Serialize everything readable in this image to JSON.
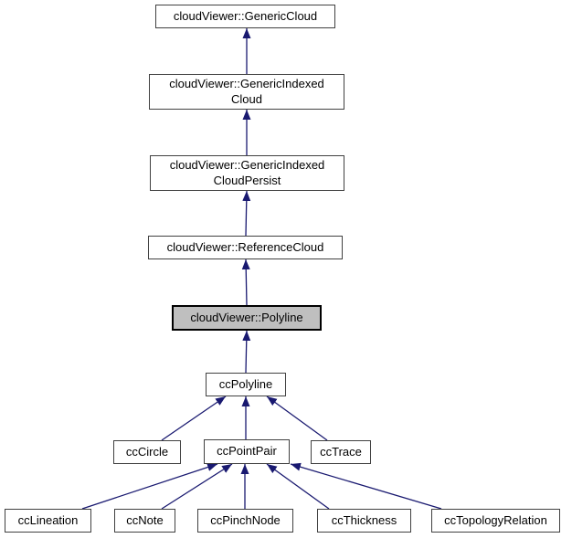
{
  "diagram": {
    "type": "inheritance-graph",
    "highlighted_node": "cloudViewer::Polyline",
    "colors": {
      "arrow": "#191970",
      "border": "#404040",
      "node_fill": "#ffffff",
      "highlight_fill": "#bfbfbf",
      "text": "#000000",
      "background": "#ffffff"
    },
    "nodes": [
      {
        "id": "generic-cloud",
        "lines": [
          "cloudViewer::GenericCloud"
        ],
        "highlighted": false
      },
      {
        "id": "generic-indexed-cloud",
        "lines": [
          "cloudViewer::GenericIndexed",
          "Cloud"
        ],
        "highlighted": false
      },
      {
        "id": "generic-indexed-cloud-persist",
        "lines": [
          "cloudViewer::GenericIndexed",
          "CloudPersist"
        ],
        "highlighted": false
      },
      {
        "id": "reference-cloud",
        "lines": [
          "cloudViewer::ReferenceCloud"
        ],
        "highlighted": false
      },
      {
        "id": "polyline",
        "lines": [
          "cloudViewer::Polyline"
        ],
        "highlighted": true
      },
      {
        "id": "cc-polyline",
        "lines": [
          "ccPolyline"
        ],
        "highlighted": false
      },
      {
        "id": "cc-circle",
        "lines": [
          "ccCircle"
        ],
        "highlighted": false
      },
      {
        "id": "cc-point-pair",
        "lines": [
          "ccPointPair"
        ],
        "highlighted": false
      },
      {
        "id": "cc-trace",
        "lines": [
          "ccTrace"
        ],
        "highlighted": false
      },
      {
        "id": "cc-lineation",
        "lines": [
          "ccLineation"
        ],
        "highlighted": false
      },
      {
        "id": "cc-note",
        "lines": [
          "ccNote"
        ],
        "highlighted": false
      },
      {
        "id": "cc-pinch-node",
        "lines": [
          "ccPinchNode"
        ],
        "highlighted": false
      },
      {
        "id": "cc-thickness",
        "lines": [
          "ccThickness"
        ],
        "highlighted": false
      },
      {
        "id": "cc-topology-relation",
        "lines": [
          "ccTopologyRelation"
        ],
        "highlighted": false
      }
    ],
    "edges": [
      {
        "from": "cloudViewer::GenericIndexedCloud",
        "to": "cloudViewer::GenericCloud"
      },
      {
        "from": "cloudViewer::GenericIndexedCloudPersist",
        "to": "cloudViewer::GenericIndexedCloud"
      },
      {
        "from": "cloudViewer::ReferenceCloud",
        "to": "cloudViewer::GenericIndexedCloudPersist"
      },
      {
        "from": "cloudViewer::Polyline",
        "to": "cloudViewer::ReferenceCloud"
      },
      {
        "from": "ccPolyline",
        "to": "cloudViewer::Polyline"
      },
      {
        "from": "ccCircle",
        "to": "ccPolyline"
      },
      {
        "from": "ccPointPair",
        "to": "ccPolyline"
      },
      {
        "from": "ccTrace",
        "to": "ccPolyline"
      },
      {
        "from": "ccLineation",
        "to": "ccPointPair"
      },
      {
        "from": "ccNote",
        "to": "ccPointPair"
      },
      {
        "from": "ccPinchNode",
        "to": "ccPointPair"
      },
      {
        "from": "ccThickness",
        "to": "ccPointPair"
      },
      {
        "from": "ccTopologyRelation",
        "to": "ccPointPair"
      }
    ]
  }
}
